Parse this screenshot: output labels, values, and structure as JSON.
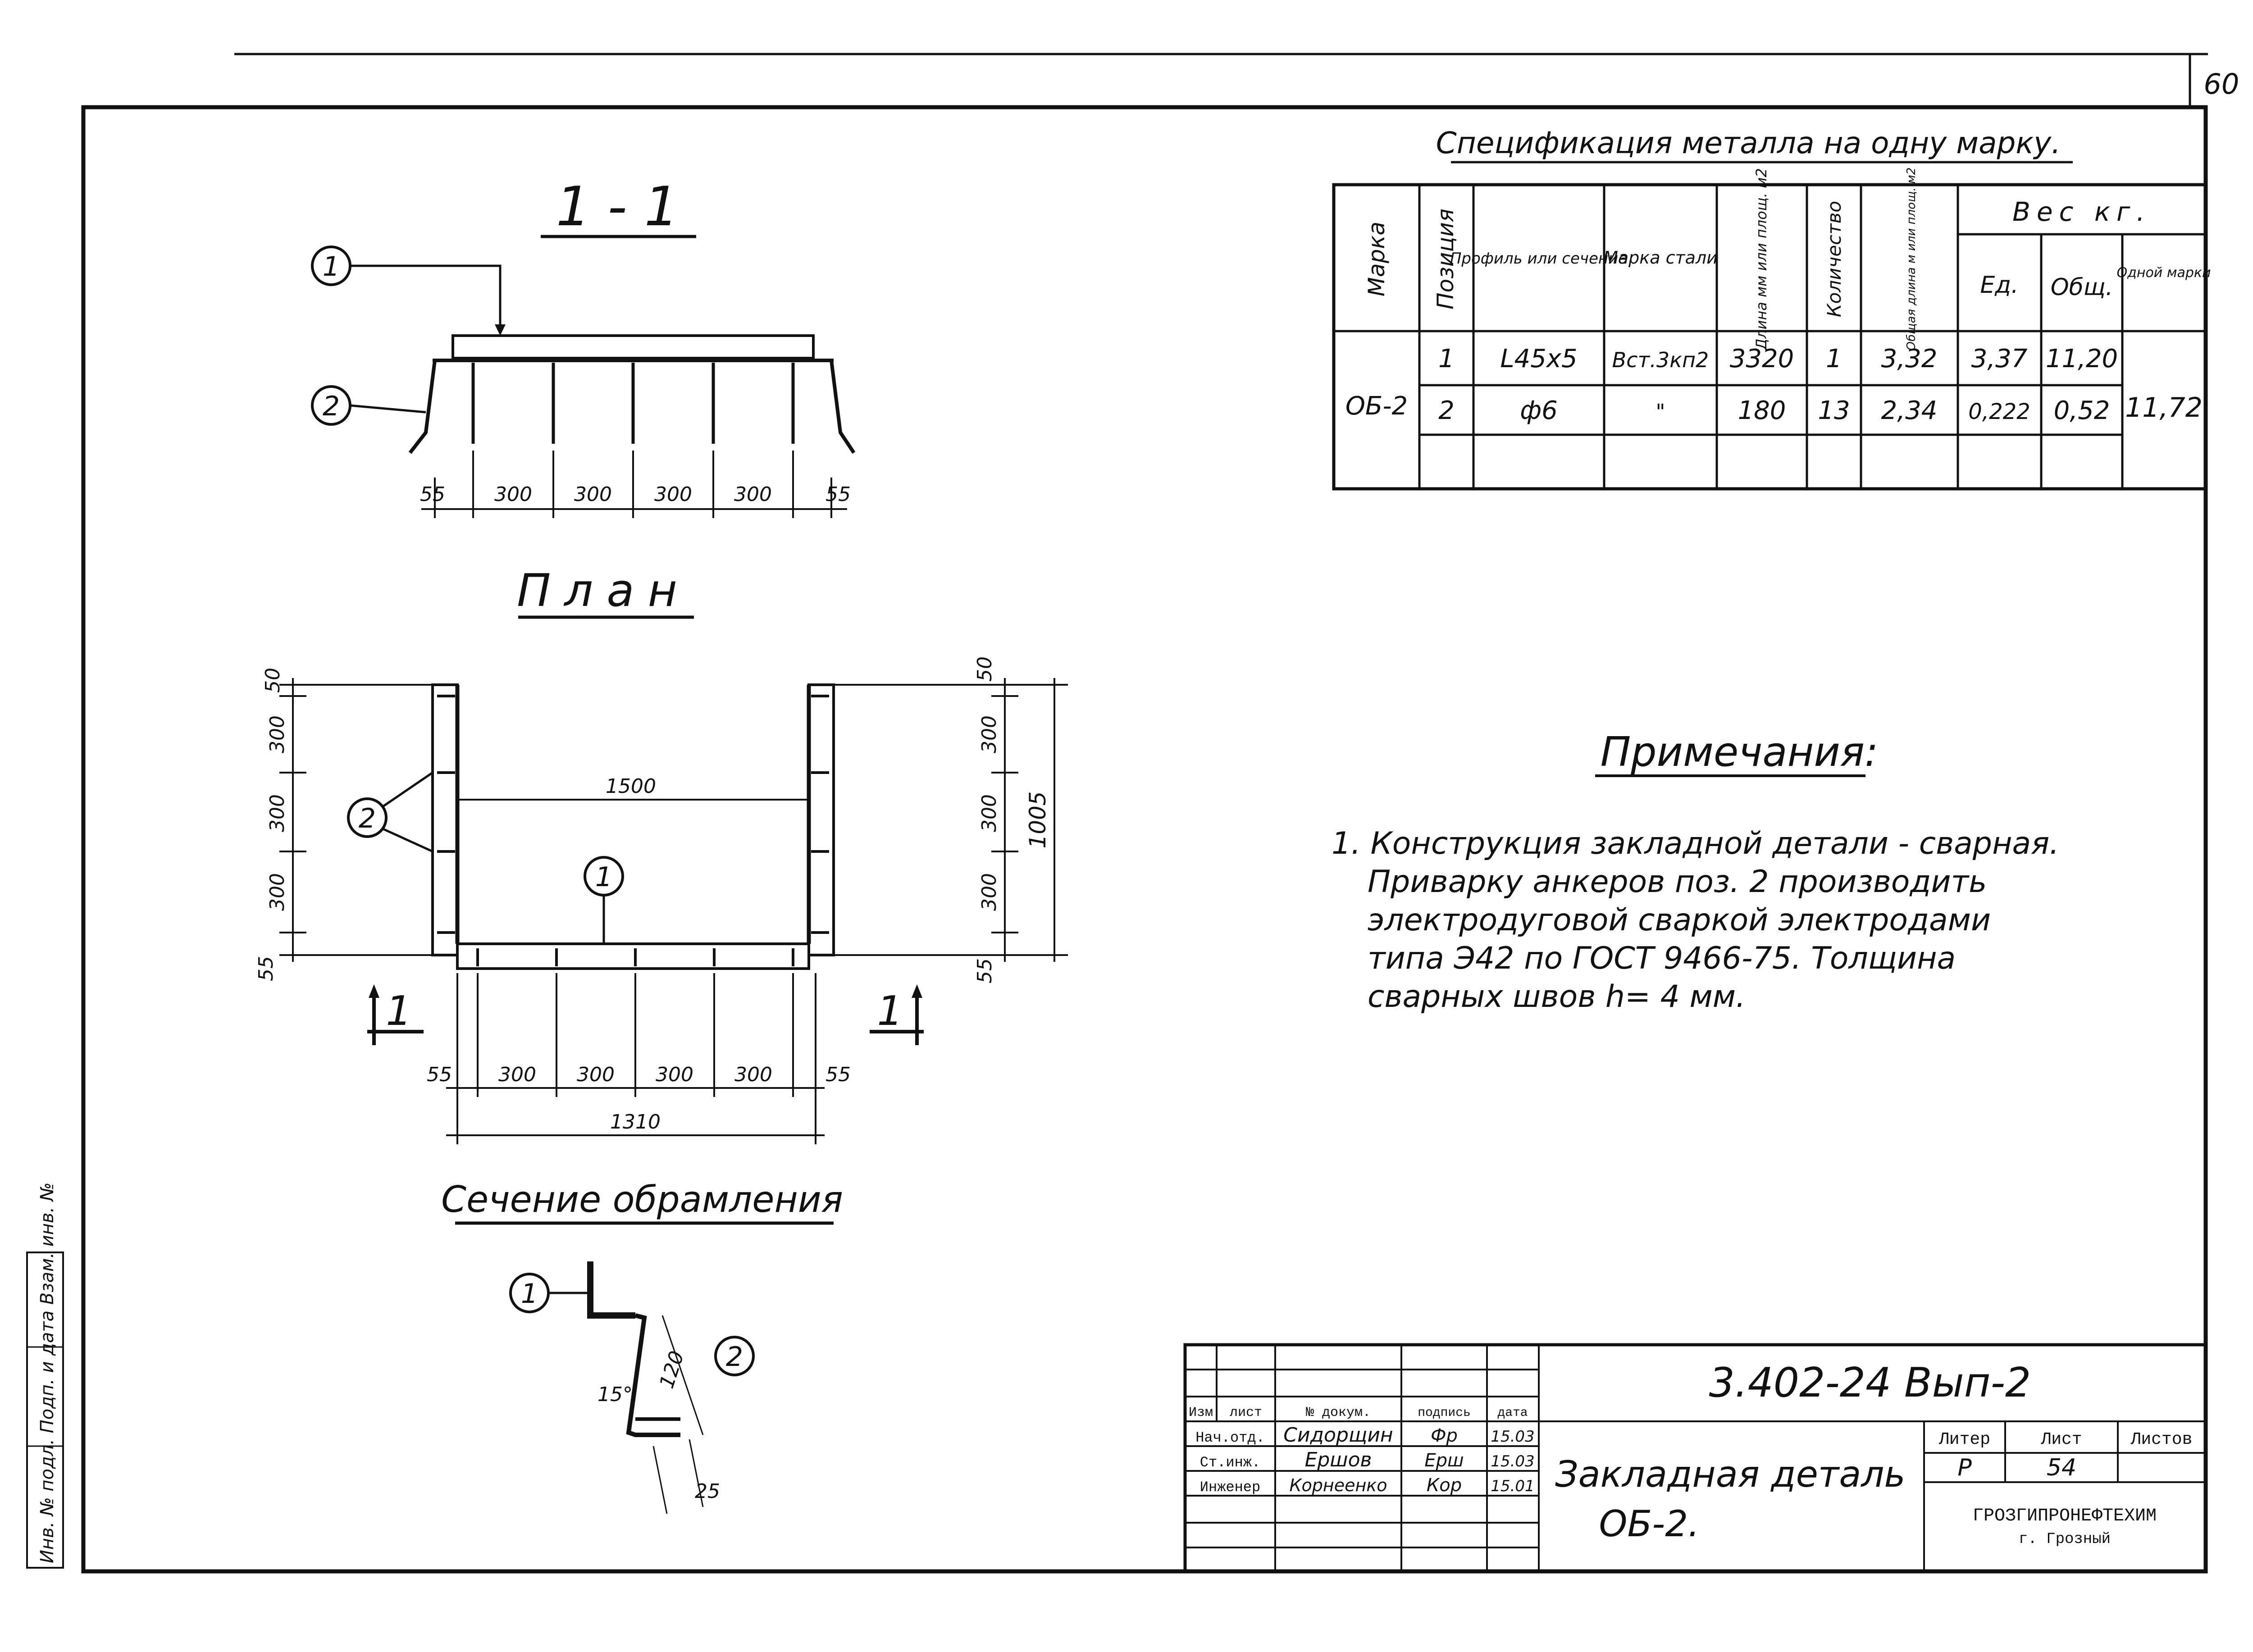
{
  "sheet_number": "60",
  "views": {
    "section": {
      "title": "1 - 1",
      "callouts": [
        "1",
        "2"
      ],
      "dims": [
        "55",
        "300",
        "300",
        "300",
        "300",
        "55"
      ]
    },
    "plan": {
      "title": "План",
      "dim_span": "1500",
      "dim_total": "1310",
      "dim_bottom": [
        "55",
        "300",
        "300",
        "300",
        "300",
        "55"
      ],
      "dims_left": [
        "50",
        "300",
        "300",
        "300",
        "55"
      ],
      "dims_right": [
        "50",
        "300",
        "300",
        "300",
        "55"
      ],
      "dim_height": "1005",
      "callouts": [
        "2",
        "1"
      ],
      "cut_left": "1",
      "cut_right": "1"
    },
    "flange": {
      "title": "Сечение обрамления",
      "callouts": [
        "1",
        "2"
      ],
      "dim_len": "120",
      "dim_angle": "15°",
      "dim_offset": "25"
    }
  },
  "spec": {
    "title": "Спецификация металла на одну марку.",
    "headers": {
      "mark": "Марка",
      "pos": "Позиция",
      "profile": "Профиль или сечение",
      "steel": "Марка стали",
      "length": "Длина мм или площ. м2",
      "qty": "Количество",
      "total_len": "Общая длина м или площ. м2",
      "weight": "Вес кг.",
      "unit": "Ед.",
      "total": "Общ.",
      "per_mark": "Одной марки"
    },
    "mark_value": "ОБ-2",
    "mark_weight": "11,72",
    "rows": [
      {
        "pos": "1",
        "profile": "L45x5",
        "steel": "Вст.3кп2",
        "length": "3320",
        "qty": "1",
        "total_len": "3,32",
        "unit": "3,37",
        "total": "11,20"
      },
      {
        "pos": "2",
        "profile": "ф6",
        "steel": "\"",
        "length": "180",
        "qty": "13",
        "total_len": "2,34",
        "unit": "0,222",
        "total": "0,52"
      }
    ]
  },
  "notes": {
    "title": "Примечания:",
    "lines": [
      "1. Конструкция закладной детали - сварная.",
      "Приварку анкеров поз. 2 производить",
      "электродуговой сваркой электродами",
      "типа Э42 по ГОСТ 9466-75. Толщина",
      "сварных швов h= 4 мм."
    ]
  },
  "title_block": {
    "code": "3.402-24 Вып-2",
    "labels": {
      "izm": "Изм",
      "list": "лист",
      "doc": "№ докум.",
      "sign": "подпись",
      "date": "дата"
    },
    "roles": [
      "Нач.отд.",
      "Ст.инж.",
      "Инженер"
    ],
    "names": [
      "Сидорщин",
      "Ершов",
      "Корнеенко"
    ],
    "signs": [
      "Фр",
      "Ерш",
      "Кор"
    ],
    "dates": [
      "15.03",
      "15.03",
      "15.01"
    ],
    "name_line1": "Закладная деталь",
    "name_line2": "ОБ-2.",
    "stage_label": "Литер",
    "sheet_label": "Лист",
    "sheets_label": "Листов",
    "stage": "Р",
    "sheet": "54",
    "org": "ГРОЗГИПРОНЕФТЕХИМ",
    "city": "г. Грозный"
  },
  "margin_stamp": "Инв. № подл.   Подп. и дата   Взам. инв. №"
}
